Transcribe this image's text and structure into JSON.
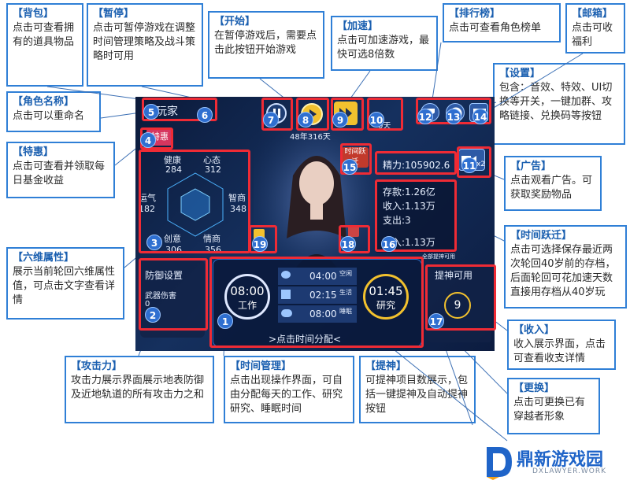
{
  "callouts": {
    "bag": {
      "title": "背包",
      "body": "点击可查看拥有的道具物品"
    },
    "pause": {
      "title": "暂停",
      "body": "点击可暂停游戏在调整时间管理策略及战斗策略时可用"
    },
    "start": {
      "title": "开始",
      "body": "在暂停游戏后，需要点击此按钮开始游戏"
    },
    "speed": {
      "title": "加速",
      "body": "点击可加速游戏，最快可选8倍数"
    },
    "ranking": {
      "title": "排行榜",
      "body": "点击可查看角色榜单"
    },
    "mail": {
      "title": "邮箱",
      "body": "点击可收福利"
    },
    "settings": {
      "title": "设置",
      "body": "包含：音效、特效、UI切换等开关，一键加群、攻略链接、兑换码等按钮"
    },
    "role_name": {
      "title": "角色名称",
      "body": "点击可以重命名"
    },
    "special": {
      "title": "特惠",
      "body": "点击可查看并领取每日基金收益"
    },
    "ad": {
      "title": "广告",
      "body": "点击观看广告。可获取奖励物品"
    },
    "time_jump": {
      "title": "时间跃迁",
      "body": "点击可选择保存最近两次轮回40岁前的存档，后面轮回可花加速天数直接用存档从40岁玩"
    },
    "six_attr": {
      "title": "六维属性",
      "body": "展示当前轮回六维属性值，可点击文字查看详情"
    },
    "income": {
      "title": "收入",
      "body": "收入展示界面，点击可查看收支详情"
    },
    "replace": {
      "title": "更换",
      "body": "点击可更换已有穿越者形象"
    },
    "attack": {
      "title": "攻击力",
      "body": "攻击力展示界面展示地表防御及近地轨道的所有攻击力之和"
    },
    "time_mgmt": {
      "title": "时间管理",
      "body": "点击出现操作界面，可自由分配每天的工作、研究研究、睡眠时间"
    },
    "uplift": {
      "title": "提神",
      "body": "可提神项目数展示，包括一键提神及自动提神按钮"
    }
  },
  "game": {
    "player_name": "号玩家",
    "age": "48年316天",
    "day_label": "0天",
    "energy": "精力:105902.6",
    "deposit": "存款:1.26亿",
    "income1": "收入:1.13万",
    "expense": "支出:3",
    "income2": "收入:1.13万",
    "time_jump_badge": "时间跃迁",
    "special_badge": "特惠",
    "ad_multiplier": "x2",
    "defense_title": "防御设置",
    "weapon_damage": "武器伤害",
    "weapon_value": "0",
    "work_time": "08:00",
    "work_label": "工作",
    "research_time": "01:45",
    "research_label": "研究",
    "sched": [
      {
        "time": "04:00",
        "tag": "空闲"
      },
      {
        "time": "02:15",
        "tag": "生活"
      },
      {
        "time": "08:00",
        "tag": "睡眠"
      }
    ],
    "time_allot": ">点击时间分配<",
    "uplift_label": "提神可用",
    "uplift_count": "9",
    "auto_uplift": "全部提神可用",
    "stats": [
      {
        "name": "健康",
        "value": "284"
      },
      {
        "name": "心态",
        "value": "312"
      },
      {
        "name": "智商",
        "value": "348"
      },
      {
        "name": "情商",
        "value": "356"
      },
      {
        "name": "创意",
        "value": "306"
      },
      {
        "name": "运气",
        "value": "182"
      }
    ]
  },
  "markers": [
    "1",
    "2",
    "3",
    "4",
    "5",
    "6",
    "7",
    "8",
    "9",
    "10",
    "11",
    "12",
    "13",
    "14",
    "15",
    "16",
    "17",
    "18",
    "19"
  ],
  "watermark": {
    "brand": "鼎新游戏园",
    "site": "DXLAWYER.WORK"
  },
  "colors": {
    "callout_border": "#2f7fd6",
    "red_box": "#ef2b35",
    "marker": "#2f6fd0"
  }
}
